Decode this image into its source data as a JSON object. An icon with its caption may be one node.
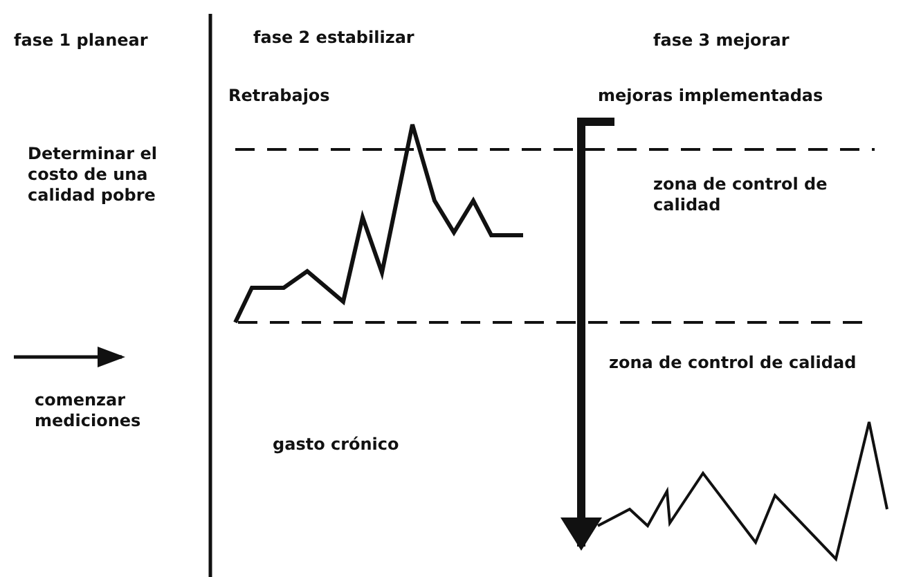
{
  "diagram": {
    "labels": [
      "fase 1 planear",
      "fase 2 estabilizar",
      "fase 3 mejorar",
      "Retrabajos",
      "mejoras implementadas",
      "Determinar el costo de una calidad pobre",
      "zona de control de calidad",
      "zona de control de calidad",
      "comenzar mediciones",
      "gasto crónico"
    ]
  }
}
